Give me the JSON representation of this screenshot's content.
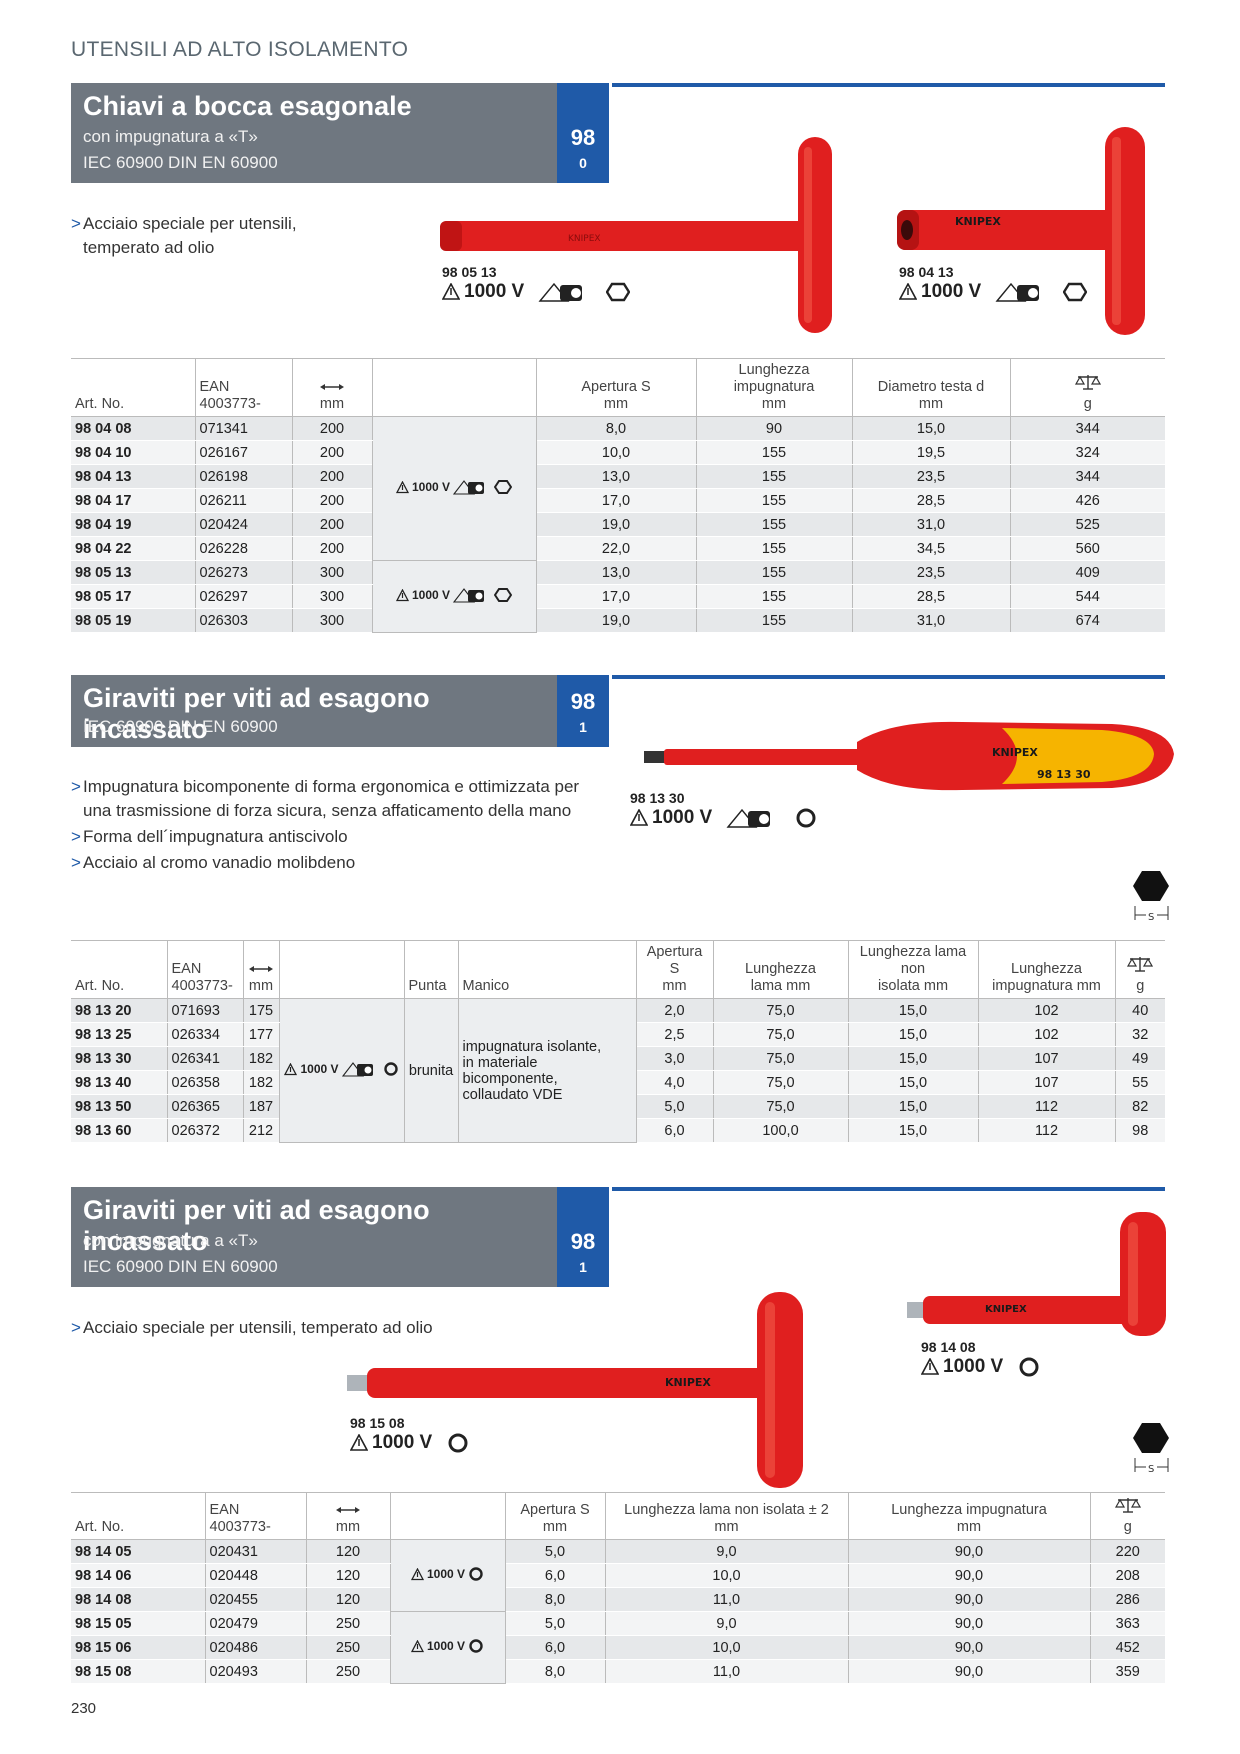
{
  "header": {
    "title": "UTENSILI AD ALTO ISOLAMENTO"
  },
  "page_number": "230",
  "icons": [
    "voltage-triangle-icon",
    "vde-approval-icon",
    "hexagon-icon",
    "circle-icon",
    "weight-scale-icon",
    "length-arrow-icon",
    "hex-socket-s-icon"
  ],
  "colors": {
    "banner_gray": "#6f7780",
    "accent_blue": "#1f5aa8",
    "tool_red": "#e01f1f",
    "handle_yellow": "#f6b400"
  },
  "section1": {
    "title": "Chiavi a bocca esagonale",
    "subtitle": "con impugnatura a «T»",
    "standards": "IEC 60900   DIN EN 60900",
    "group_big": "98",
    "group_small": "0",
    "bullets": [
      "Acciaio speciale per utensili,",
      "temperato ad olio"
    ],
    "products": [
      {
        "code": "98 05 13",
        "voltage": "1000 V"
      },
      {
        "code": "98 04 13",
        "voltage": "1000 V"
      }
    ],
    "headers": {
      "art": "Art. No.",
      "ean1": "EAN",
      "ean2": "4003773-",
      "len_unit": "mm",
      "s1": "Apertura S",
      "s2": "mm",
      "grip1": "Lunghezza impugnatura",
      "grip2": "mm",
      "head1": "Diametro testa d",
      "head2": "mm",
      "wt": "g"
    },
    "rows": [
      [
        "98 04 08",
        "071341",
        "200",
        "8,0",
        "90",
        "15,0",
        "344"
      ],
      [
        "98 04 10",
        "026167",
        "200",
        "10,0",
        "155",
        "19,5",
        "324"
      ],
      [
        "98 04 13",
        "026198",
        "200",
        "13,0",
        "155",
        "23,5",
        "344"
      ],
      [
        "98 04 17",
        "026211",
        "200",
        "17,0",
        "155",
        "28,5",
        "426"
      ],
      [
        "98 04 19",
        "020424",
        "200",
        "19,0",
        "155",
        "31,0",
        "525"
      ],
      [
        "98 04 22",
        "026228",
        "200",
        "22,0",
        "155",
        "34,5",
        "560"
      ],
      [
        "98 05 13",
        "026273",
        "300",
        "13,0",
        "155",
        "23,5",
        "409"
      ],
      [
        "98 05 17",
        "026297",
        "300",
        "17,0",
        "155",
        "28,5",
        "544"
      ],
      [
        "98 05 19",
        "026303",
        "300",
        "19,0",
        "155",
        "31,0",
        "674"
      ]
    ],
    "voltage_label": "1000 V"
  },
  "section2": {
    "title": "Giraviti per viti ad esagono incassato",
    "standards": "IEC 60900   DIN EN 60900",
    "group_big": "98",
    "group_small": "1",
    "bullets": [
      "Impugnatura bicomponente di forma ergonomica e ottimizzata per",
      "una trasmissione di forza sicura, senza affaticamento della mano",
      "Forma dell´impugnatura antiscivolo",
      "Acciaio al cromo vanadio molibdeno"
    ],
    "product": {
      "code": "98 13 30",
      "voltage": "1000 V",
      "handle_text": "98 13 30",
      "brand": "KNIPEX"
    },
    "s_label": "S",
    "headers": {
      "art": "Art. No.",
      "ean1": "EAN",
      "ean2": "4003773-",
      "len_unit": "mm",
      "punta": "Punta",
      "manico": "Manico",
      "s1": "Apertura S",
      "s2": "mm",
      "blade1": "Lunghezza",
      "blade2": "lama mm",
      "nonins1": "Lunghezza lama non",
      "nonins2": "isolata mm",
      "grip1": "Lunghezza",
      "grip2": "impugnatura mm",
      "wt": "g"
    },
    "rows": [
      [
        "98 13 20",
        "071693",
        "175",
        "2,0",
        "75,0",
        "15,0",
        "102",
        "40"
      ],
      [
        "98 13 25",
        "026334",
        "177",
        "2,5",
        "75,0",
        "15,0",
        "102",
        "32"
      ],
      [
        "98 13 30",
        "026341",
        "182",
        "3,0",
        "75,0",
        "15,0",
        "107",
        "49"
      ],
      [
        "98 13 40",
        "026358",
        "182",
        "4,0",
        "75,0",
        "15,0",
        "107",
        "55"
      ],
      [
        "98 13 50",
        "026365",
        "187",
        "5,0",
        "75,0",
        "15,0",
        "112",
        "82"
      ],
      [
        "98 13 60",
        "026372",
        "212",
        "6,0",
        "100,0",
        "15,0",
        "112",
        "98"
      ]
    ],
    "voltage_label": "1000 V",
    "punta": "brunita",
    "manico": [
      "impugnatura isolante,",
      "in materiale bicomponente,",
      "collaudato VDE"
    ]
  },
  "section3": {
    "title": "Giraviti per viti ad esagono incassato",
    "subtitle": "con impugnatura a «T»",
    "standards": "IEC 60900   DIN EN 60900",
    "group_big": "98",
    "group_small": "1",
    "bullets": [
      "Acciaio speciale per utensili, temperato ad olio"
    ],
    "products": [
      {
        "code": "98 14 08",
        "voltage": "1000 V"
      },
      {
        "code": "98 15 08",
        "voltage": "1000 V"
      }
    ],
    "s_label": "S",
    "headers": {
      "art": "Art. No.",
      "ean1": "EAN",
      "ean2": "4003773-",
      "len_unit": "mm",
      "s1": "Apertura S",
      "s2": "mm",
      "nonins1": "Lunghezza lama non isolata ± 2",
      "nonins2": "mm",
      "grip1": "Lunghezza impugnatura",
      "grip2": "mm",
      "wt": "g"
    },
    "rows": [
      [
        "98 14 05",
        "020431",
        "120",
        "5,0",
        "9,0",
        "90,0",
        "220"
      ],
      [
        "98 14 06",
        "020448",
        "120",
        "6,0",
        "10,0",
        "90,0",
        "208"
      ],
      [
        "98 14 08",
        "020455",
        "120",
        "8,0",
        "11,0",
        "90,0",
        "286"
      ],
      [
        "98 15 05",
        "020479",
        "250",
        "5,0",
        "9,0",
        "90,0",
        "363"
      ],
      [
        "98 15 06",
        "020486",
        "250",
        "6,0",
        "10,0",
        "90,0",
        "452"
      ],
      [
        "98 15 08",
        "020493",
        "250",
        "8,0",
        "11,0",
        "90,0",
        "359"
      ]
    ],
    "voltage_label": "1000 V"
  }
}
